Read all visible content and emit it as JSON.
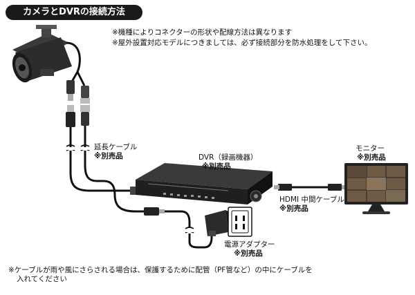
{
  "title": "カメラとDVRの接続方法",
  "notes": [
    "※機種によりコネクターの形状や配線方法は異なります",
    "※屋外設置対応モデルにつきましては、必ず接続部分を防水処理をして下さい。"
  ],
  "labels": {
    "extension_cable": "延長ケーブル",
    "extension_cable_sub": "※別売品",
    "dvr": "DVR（録画機器）",
    "dvr_sub": "※別売品",
    "hdmi_cable": "HDMI 中間ケーブル",
    "hdmi_cable_sub": "※別売品",
    "monitor": "モニター",
    "monitor_sub": "※別売品",
    "power_adapter": "電源アダプター",
    "power_adapter_sub": "※別売品"
  },
  "footnote": [
    "※ケーブルが雨や風にさらされる場合は、保護するために配管（PF管など）の中にケーブルを",
    "入れてください"
  ],
  "colors": {
    "title_bg": "#1a1a1a",
    "cable": "#111111",
    "device_body": "#2a2a2a",
    "monitor_frame": "#222222"
  }
}
